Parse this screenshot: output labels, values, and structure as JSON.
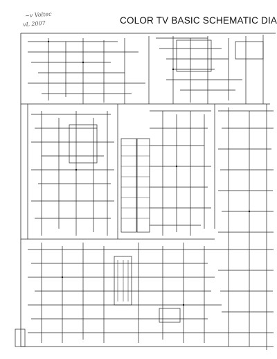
{
  "handwritten_note": {
    "line1": "~v Voltec",
    "line2": "vL 2007"
  },
  "title": "COLOR   TV BASIC SCHEMATIC DIAG"
}
